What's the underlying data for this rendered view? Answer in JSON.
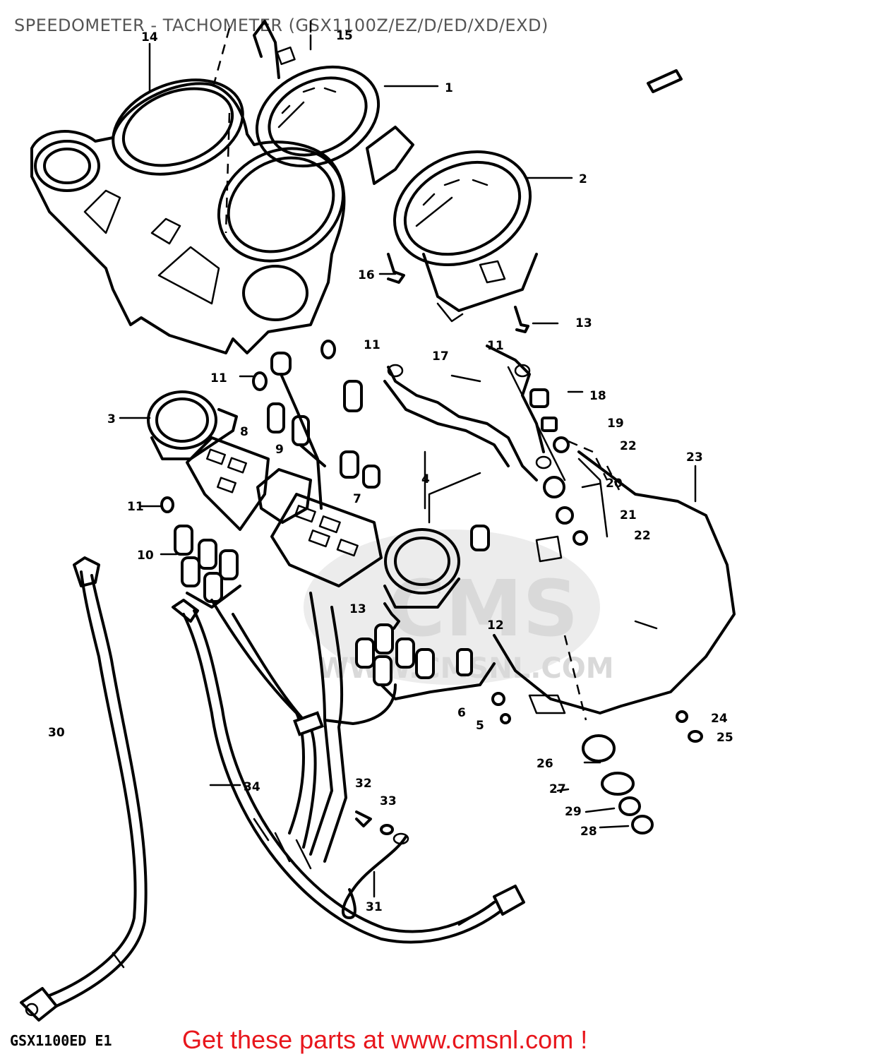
{
  "title": "SPEEDOMETER - TACHOMETER (GSX1100Z/EZ/D/ED/XD/EXD)",
  "diagram_code": "GSX1100ED E1",
  "footer_link": "Get these parts at www.cmsnl.com !",
  "watermark": {
    "brand": "CMS",
    "url": "WWW.CMSNL.COM"
  },
  "part_labels": [
    "1",
    "2",
    "3",
    "4",
    "5",
    "6",
    "7",
    "8",
    "9",
    "10",
    "11",
    "11",
    "11",
    "11",
    "12",
    "13",
    "13",
    "14",
    "15",
    "16",
    "17",
    "18",
    "19",
    "20",
    "21",
    "22",
    "22",
    "23",
    "24",
    "25",
    "26",
    "27",
    "28",
    "29",
    "30",
    "31",
    "32",
    "33",
    "34"
  ]
}
